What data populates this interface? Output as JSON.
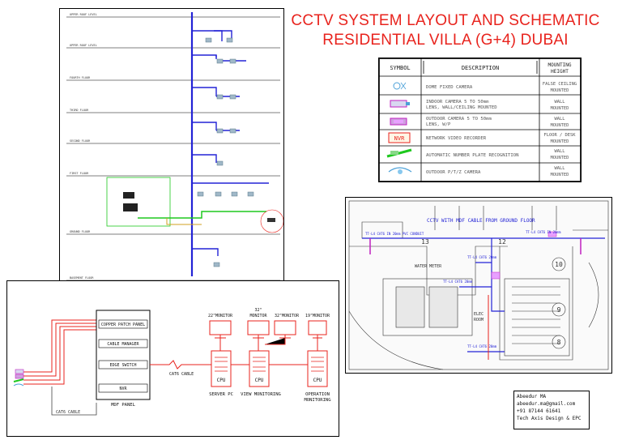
{
  "title": {
    "line1": "CCTV SYSTEM LAYOUT AND SCHEMATIC",
    "line2": "RESIDENTIAL VILLA (G+4) DUBAI"
  },
  "legend": {
    "headers": {
      "symbol": "SYMBOL",
      "description": "DESCRIPTION",
      "mounting": "MOUNTING HEIGHT"
    },
    "rows": [
      {
        "description": "DOME FIXED CAMERA",
        "mounting": "FALSE CEILING MOUNTED"
      },
      {
        "description": "INDOOR CAMERA 5 TO 50mm LENS, WALL/CEILING MOUNTED",
        "mounting": "WALL MOUNTED"
      },
      {
        "description": "OUTDOOR CAMERA 5 TO 50mm LENS, W/P",
        "mounting": "WALL MOUNTED"
      },
      {
        "symbol_text": "NVR",
        "description": "NETWORK VIDEO RECORDER",
        "mounting": "FLOOR / DESK MOUNTED"
      },
      {
        "description": "AUTOMATIC NUMBER PLATE RECOGNITION",
        "mounting": "WALL MOUNTED"
      },
      {
        "description": "OUTDOOR P/T/Z CAMERA",
        "mounting": "WALL MOUNTED"
      }
    ]
  },
  "schematic": {
    "rack": {
      "title": "MDF PANEL",
      "items": [
        "COPPER PATCH PANEL",
        "CABLE MANAGER",
        "EDGE SWITCH",
        "NVR"
      ]
    },
    "cable_labels": [
      "CAT6 CABLE",
      "CAT6 CABLE"
    ],
    "monitors": [
      "22\"MONITOR",
      "32\" MONITOR",
      "32\"MONITOR",
      "19\"MONITOR"
    ],
    "cpu_label": "CPU",
    "stations": [
      "SERVER PC",
      "VIEW MONITORING",
      "OPERATION MONITORING"
    ]
  },
  "plan": {
    "rooms": [
      "ELEC ROOM",
      "WATER METER"
    ],
    "numbers": [
      "13",
      "12",
      "10",
      "9",
      "8"
    ],
    "note": "CCTV WITH MDF CABLE FROM GROUND FLOOR"
  },
  "info": {
    "name": "Abeedur MA",
    "email": "abeedur.ma@gmail.com",
    "phone": "+91 87144 61641",
    "company": "Tech Axis Design & EPC"
  },
  "colors": {
    "accent": "#e8231d",
    "riser": "#2323d6",
    "cable": "#ff2d2d",
    "green": "#1ec81e"
  }
}
